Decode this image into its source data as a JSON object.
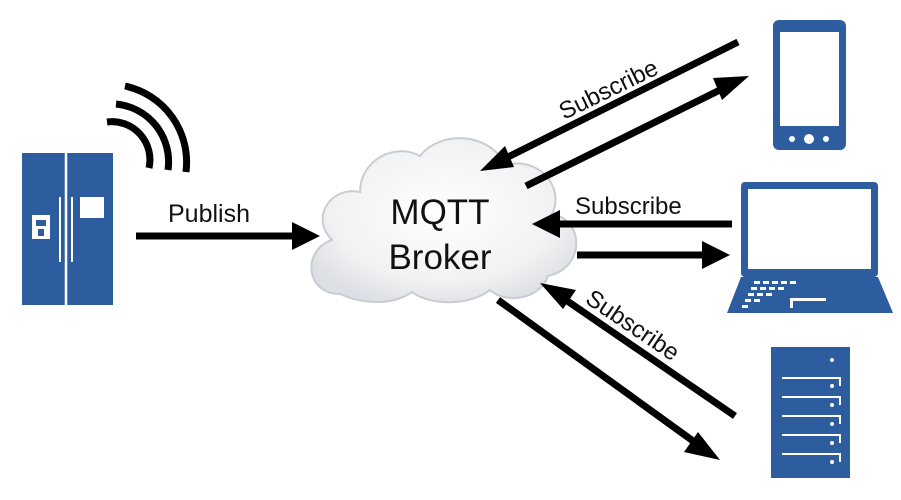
{
  "broker": {
    "line1": "MQTT",
    "line2": "Broker"
  },
  "labels": {
    "publish": "Publish",
    "subscribe_phone": "Subscribe",
    "subscribe_laptop": "Subscribe",
    "subscribe_server": "Subscribe"
  },
  "icons": {
    "publisher": "refrigerator-icon",
    "signal": "wireless-signal-icon",
    "broker": "cloud-icon",
    "subscriber_1": "smartphone-icon",
    "subscriber_2": "laptop-icon",
    "subscriber_3": "server-icon"
  },
  "colors": {
    "device_blue": "#2d5d9f",
    "device_dark": "#1f3f73",
    "cloud_fill": "#eef0f2",
    "arrow": "#000000"
  }
}
